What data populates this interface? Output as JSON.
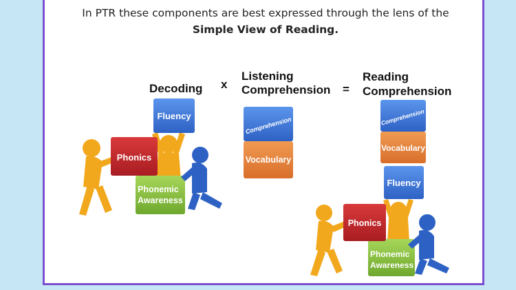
{
  "intro": {
    "line1": "In PTR these components are best expressed through the lens of the",
    "line2": "Simple View of Reading."
  },
  "equation": {
    "decoding": "Decoding",
    "times": "x",
    "listening_line1": "Listening",
    "listening_line2": "Comprehension",
    "equals": "=",
    "reading_line1": "Reading",
    "reading_line2": "Comprehension"
  },
  "blocks": {
    "fluency": "Fluency",
    "phonics": "Phonics",
    "phonemic_line1": "Phonemic",
    "phonemic_line2": "Awareness",
    "comprehension": "Comprehension",
    "vocabulary": "Vocabulary"
  },
  "colors": {
    "background": "#c6e6f6",
    "border": "#7a4fcf",
    "blue_block": "#3f78d8",
    "red_block": "#c8282c",
    "green_block": "#8cc63f",
    "orange_block": "#e5853b",
    "yellow_figure": "#f2a81c",
    "blue_figure": "#2d62c4"
  }
}
